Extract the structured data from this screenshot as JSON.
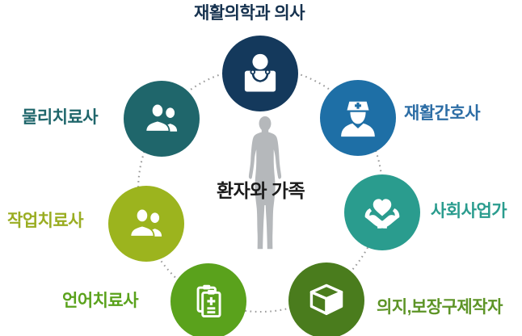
{
  "diagram": {
    "title": "재활의학과 의사",
    "center": {
      "label": "환자와 가족",
      "text_color": "#1b1b1b",
      "silhouette_color": "#b5b8bb"
    },
    "ring": {
      "dot_color": "#9a9a9a"
    },
    "roles": [
      {
        "id": "doctor",
        "label": "재활의학과 의사",
        "icon": "doctor-icon",
        "circle_color": "#14395c",
        "label_color": "#16324f"
      },
      {
        "id": "nurse",
        "label": "재활간호사",
        "icon": "nurse-icon",
        "circle_color": "#1e6fa6",
        "label_color": "#2c6da5"
      },
      {
        "id": "social-worker",
        "label": "사회사업가",
        "icon": "heart-in-hands-icon",
        "circle_color": "#2a9c8e",
        "label_color": "#2a9c8e"
      },
      {
        "id": "prosthetist",
        "label": "의지,보장구제작자",
        "icon": "box-icon",
        "circle_color": "#4a7c1d",
        "label_color": "#5d9426"
      },
      {
        "id": "speech-therapist",
        "label": "언어치료사",
        "icon": "clipboard-icon",
        "circle_color": "#5aa21c",
        "label_color": "#5aa21c"
      },
      {
        "id": "occupational-therapist",
        "label": "작업치료사",
        "icon": "people-icon",
        "circle_color": "#9cb41e",
        "label_color": "#9aad22"
      },
      {
        "id": "physical-therapist",
        "label": "물리치료사",
        "icon": "people-icon",
        "circle_color": "#1f666b",
        "label_color": "#1f666b"
      }
    ]
  }
}
